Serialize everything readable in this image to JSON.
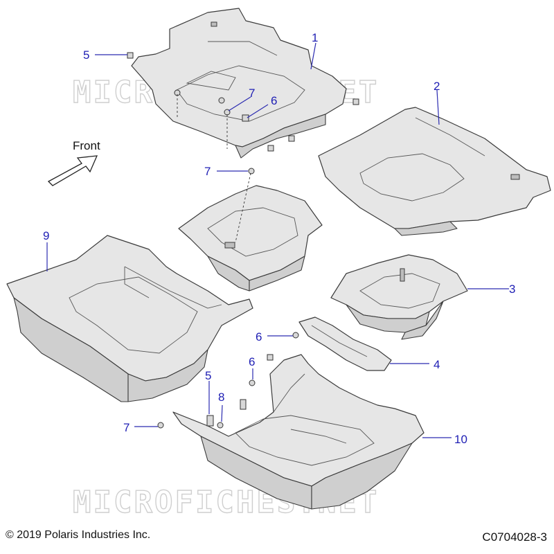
{
  "watermark": "MICROFICHES.NET",
  "front_label": "Front",
  "copyright": "© 2019 Polaris Industries Inc.",
  "figure_code": "C0704028-3",
  "callouts": {
    "c1": "1",
    "c2": "2",
    "c3": "3",
    "c4": "4",
    "c5a": "5",
    "c5b": "5",
    "c6a": "6",
    "c6b": "6",
    "c6c": "6",
    "c7a": "7",
    "c7b": "7",
    "c7c": "7",
    "c8": "8",
    "c9": "9",
    "c10": "10"
  },
  "colors": {
    "callout": "#1e1eb4",
    "part_fill": "#e6e6e6",
    "outline": "#3a3a3a"
  }
}
